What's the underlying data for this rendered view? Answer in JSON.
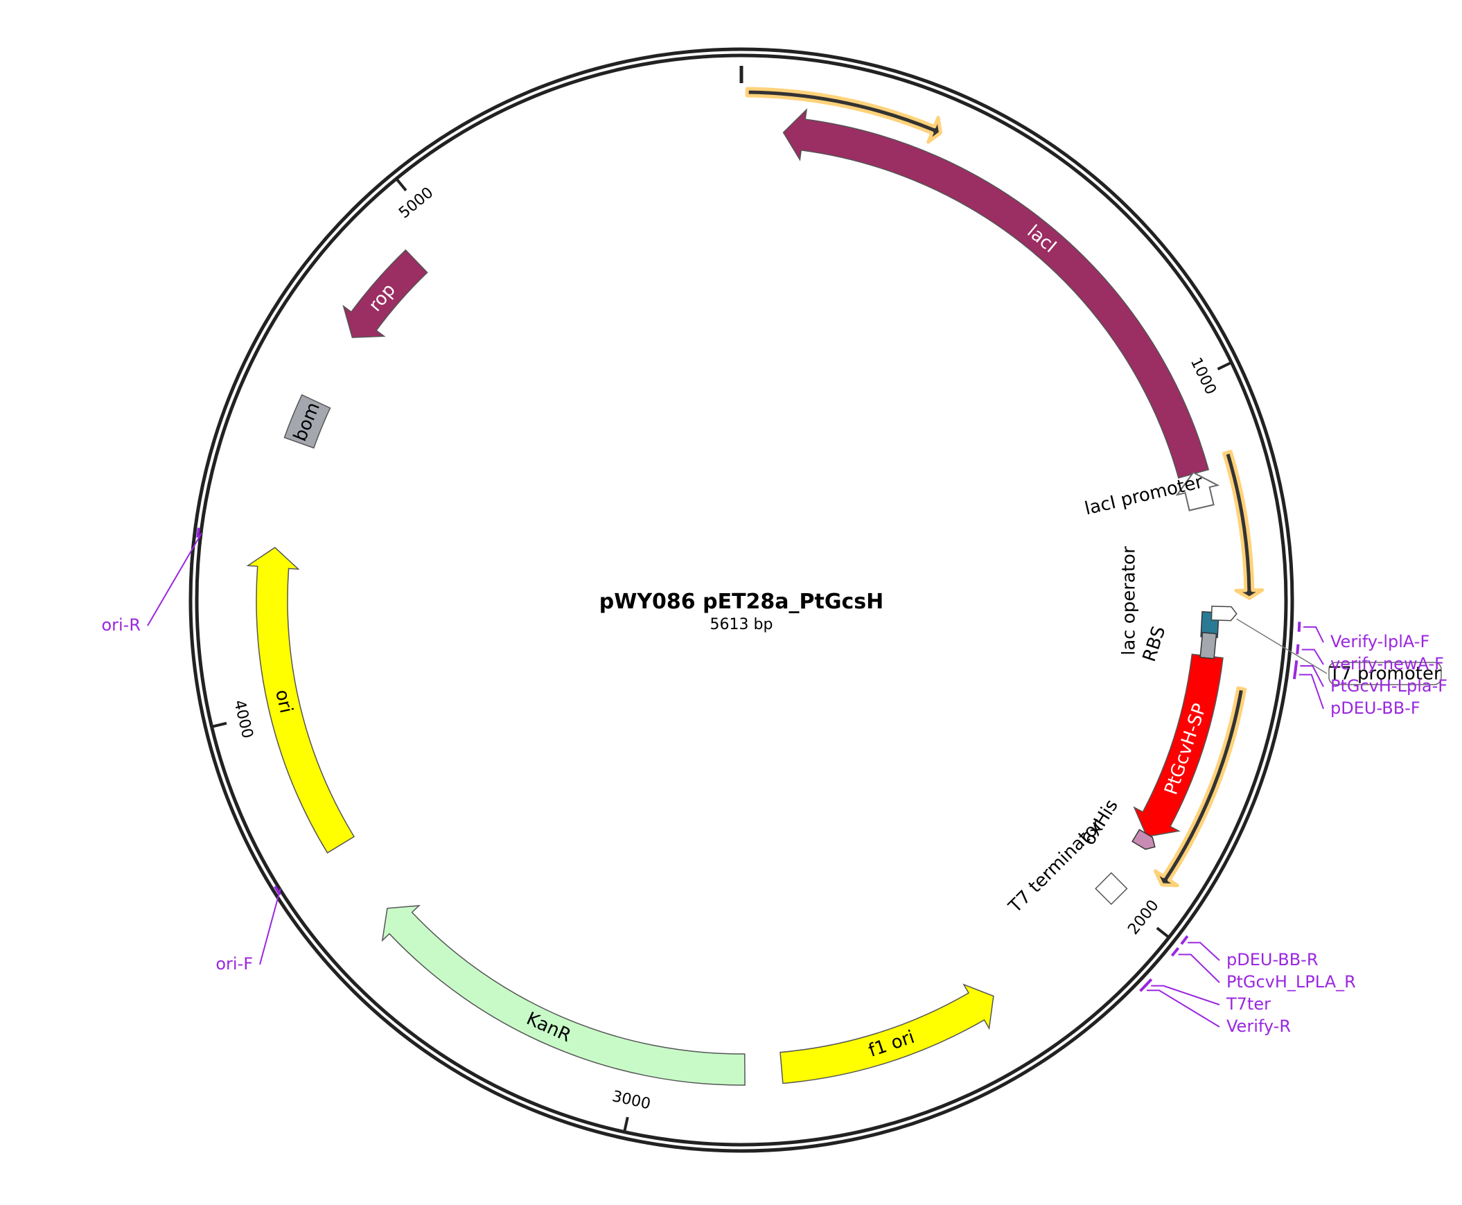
{
  "title": "pWY086 pET28a_PtGcsH",
  "length_label": "5613 bp",
  "length_bp": 5613,
  "colors": {
    "lacI": "#9b2e63",
    "rop": "#9b2e63",
    "bom": "#a4a7ae",
    "ori": "#ffff00",
    "kanR": "#c8fac8",
    "f1_ori": "#ffff00",
    "ptgcvh": "#ff0000",
    "his": "#c88cb4",
    "lac_operator": "#2a7a96",
    "rbs": "#a4a7ae",
    "orf": "#ffd27a",
    "primer": "#9a27e0"
  },
  "ticks": [
    {
      "bp": 1000,
      "label": "1000"
    },
    {
      "bp": 2000,
      "label": "2000"
    },
    {
      "bp": 3000,
      "label": "3000"
    },
    {
      "bp": 4000,
      "label": "4000"
    },
    {
      "bp": 5000,
      "label": "5000"
    }
  ],
  "features": [
    {
      "id": "lacI",
      "label": "lacI",
      "start": 80,
      "end": 1160,
      "direction": "reverse",
      "color": "#9b2e63",
      "label_color": "#ffffff"
    },
    {
      "id": "rop",
      "label": "rop",
      "start": 4740,
      "end": 4930,
      "direction": "reverse",
      "color": "#9b2e63",
      "label_color": "#ffffff"
    },
    {
      "id": "bom",
      "label": "bom",
      "start": 4515,
      "end": 4600,
      "direction": "none",
      "color": "#a4a7ae",
      "label_color": "#000000"
    },
    {
      "id": "ori",
      "label": "ori",
      "start": 3720,
      "end": 4310,
      "direction": "forward",
      "color": "#ffff00",
      "label_color": "#000000"
    },
    {
      "id": "KanR",
      "label": "KanR",
      "start": 2800,
      "end": 3570,
      "direction": "forward",
      "color": "#c8fac8",
      "label_color": "#000000"
    },
    {
      "id": "f1ori",
      "label": "f1 ori",
      "start": 2300,
      "end": 2730,
      "direction": "reverse",
      "color": "#ffff00",
      "label_color": "#000000"
    },
    {
      "id": "PtGcvH",
      "label": "PtGcvH-SP",
      "start": 1510,
      "end": 1875,
      "direction": "forward",
      "color": "#ff0000",
      "label_color": "#ffffff"
    }
  ],
  "small_features": [
    {
      "id": "lacIpromoter",
      "label": "lacI promoter",
      "bp": 1197,
      "kind": "promoter"
    },
    {
      "id": "lacOperator",
      "label": "lac operator",
      "bp": 1450,
      "kind": "box"
    },
    {
      "id": "rbs",
      "label": "RBS",
      "bp": 1490,
      "kind": "box"
    },
    {
      "id": "t7promoter",
      "label": "T7 promoter",
      "bp": 1428,
      "kind": "promoter"
    },
    {
      "id": "his",
      "label": "6xHis",
      "bp": 1884,
      "kind": "arrow"
    },
    {
      "id": "t7terminator",
      "label": "T7 terminator",
      "bp": 1995,
      "kind": "terminator"
    }
  ],
  "orfs": [
    {
      "start": 10,
      "end": 360,
      "direction": "forward"
    },
    {
      "start": 1140,
      "end": 1400,
      "direction": "forward"
    },
    {
      "start": 1560,
      "end": 1935,
      "direction": "forward"
    }
  ],
  "primers": [
    {
      "label": "Verify-lplA-F",
      "bp": 1446,
      "side": "right"
    },
    {
      "label": "verify-newA-F",
      "bp": 1482,
      "side": "right"
    },
    {
      "label": "PtGcvH-Lpla-F",
      "bp": 1508,
      "side": "right"
    },
    {
      "label": "pDEU-BB-F",
      "bp": 1522,
      "side": "right"
    },
    {
      "label": "pDEU-BB-R",
      "bp": 1988,
      "side": "right"
    },
    {
      "label": "PtGcvH_LPLA_R",
      "bp": 2012,
      "side": "right"
    },
    {
      "label": "T7ter",
      "bp": 2078,
      "side": "right"
    },
    {
      "label": "Verify-R",
      "bp": 2088,
      "side": "right"
    },
    {
      "label": "ori-F",
      "bp": 3710,
      "side": "left"
    },
    {
      "label": "ori-R",
      "bp": 4320,
      "side": "left"
    }
  ]
}
